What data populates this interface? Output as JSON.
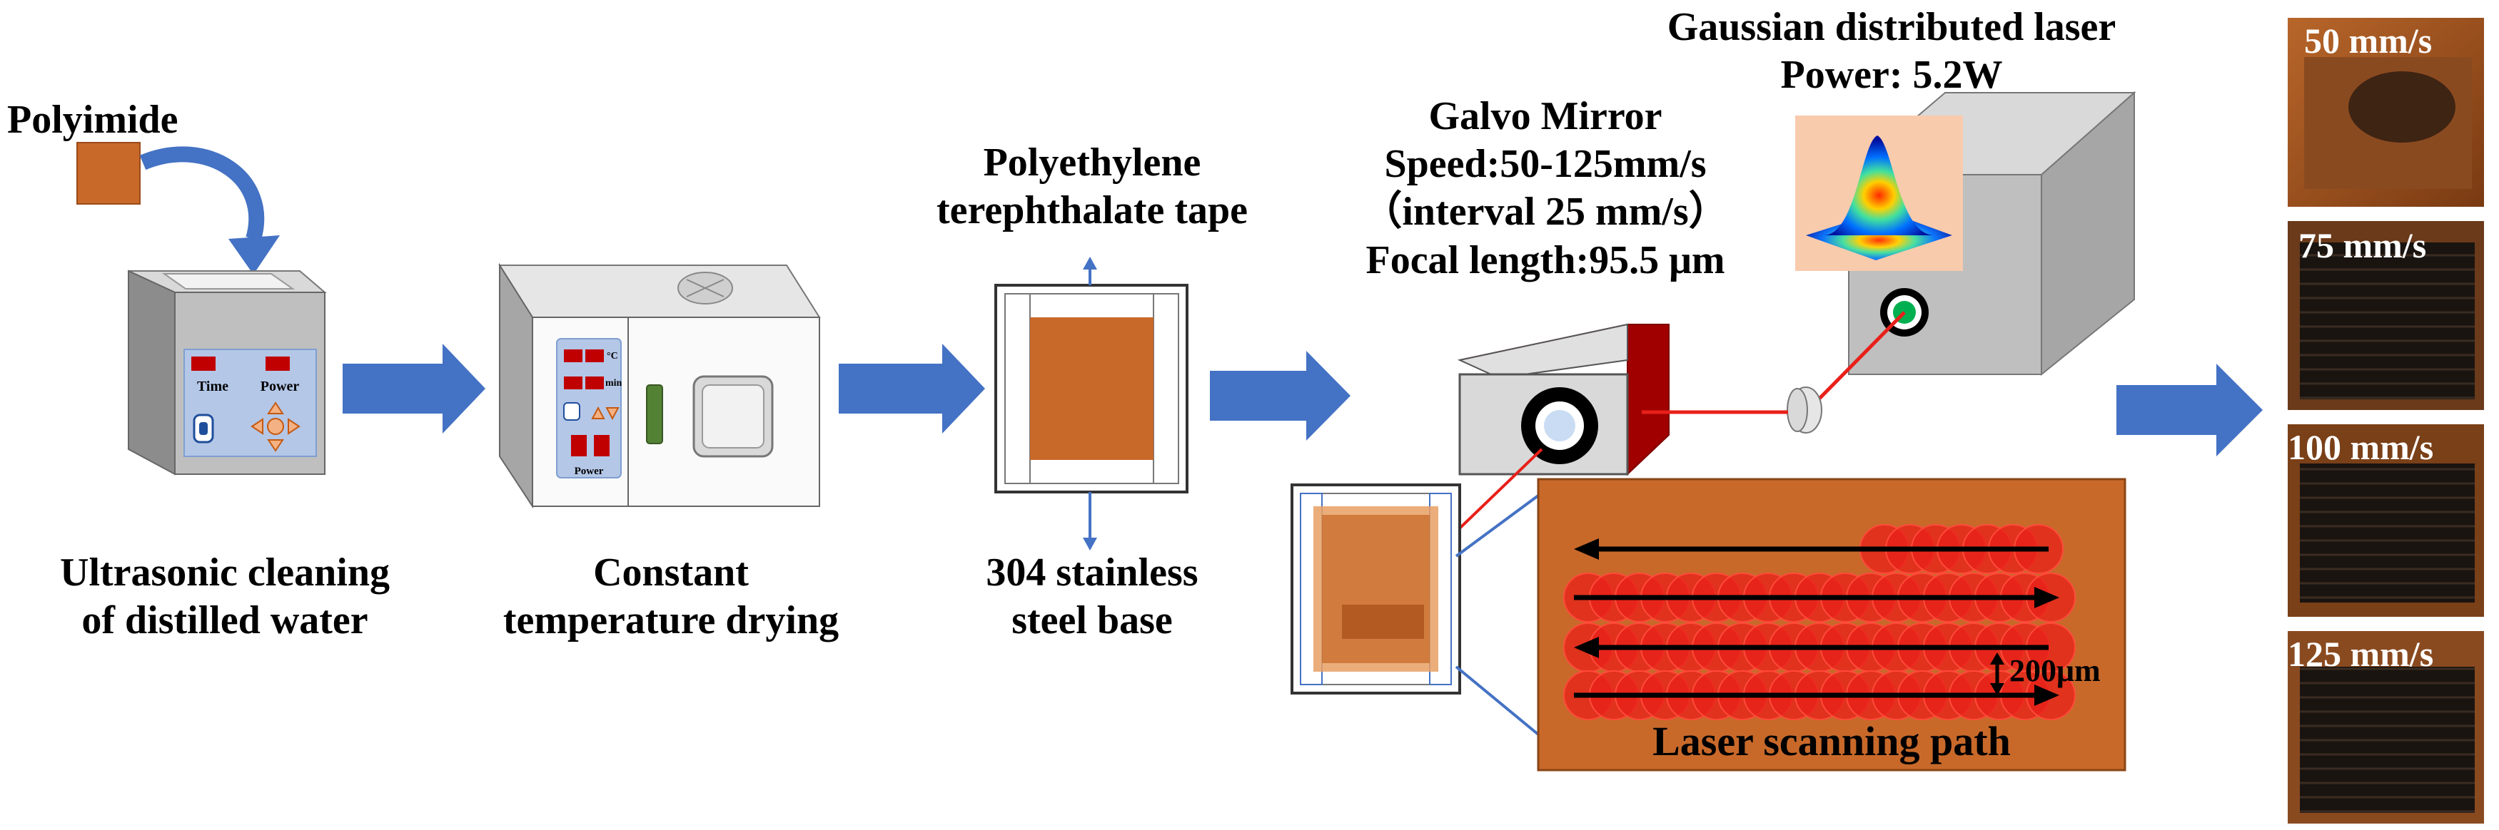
{
  "labels": {
    "polyimide": "Polyimide",
    "ultrasonic_line1": "Ultrasonic cleaning",
    "ultrasonic_line2": "of distilled water",
    "drying_line1": "Constant",
    "drying_line2": "temperature drying",
    "tape_line1": "Polyethylene",
    "tape_line2": "terephthalate tape",
    "base_line1": "304 stainless",
    "base_line2": "steel base",
    "galvo_title": "Galvo Mirror",
    "galvo_speed": "Speed:50-125mm/s",
    "galvo_interval": "（interval 25 mm/s）",
    "galvo_focal": "Focal length:95.5 μm",
    "laser_line1": "Gaussian distributed laser",
    "laser_line2": "Power: 5.2W",
    "scan_path": "Laser scanning path",
    "scan_spacing": "200μm"
  },
  "device_text": {
    "cleaner_time": "Time",
    "cleaner_power": "Power",
    "oven_power": "Power",
    "oven_unit_c": "°C",
    "oven_unit_min": "min"
  },
  "photos": [
    {
      "speed_label": "50 mm/s"
    },
    {
      "speed_label": "75 mm/s"
    },
    {
      "speed_label": "100 mm/s"
    },
    {
      "speed_label": "125 mm/s"
    }
  ],
  "colors": {
    "arrow_blue": "#4472C4",
    "polyimide_orange": "#C8692A",
    "laser_red": "#E8201A",
    "device_gray": "#BFBFBF"
  }
}
